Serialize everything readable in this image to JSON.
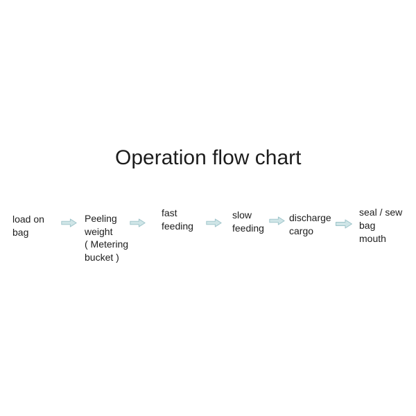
{
  "title": "Operation flow chart",
  "colors": {
    "background": "#ffffff",
    "text": "#1c1c1c",
    "arrow_fill": "#cfe5e7",
    "arrow_border": "#9cc3c9"
  },
  "icons": {
    "connector": "right-block-arrow"
  },
  "flow": {
    "steps": [
      {
        "name": "load-on-bag",
        "lines": [
          "load on",
          "bag"
        ]
      },
      {
        "name": "peeling-weight",
        "lines": [
          "Peeling",
          "weight",
          "( Metering",
          "bucket )"
        ]
      },
      {
        "name": "fast-feeding",
        "lines": [
          "fast",
          "feeding"
        ]
      },
      {
        "name": "slow-feeding",
        "lines": [
          "slow",
          "feeding"
        ]
      },
      {
        "name": "discharge-cargo",
        "lines": [
          "discharge",
          "cargo"
        ]
      },
      {
        "name": "seal-sew-bag-mouth",
        "lines": [
          "seal / sew",
          "bag",
          "mouth"
        ]
      }
    ]
  }
}
